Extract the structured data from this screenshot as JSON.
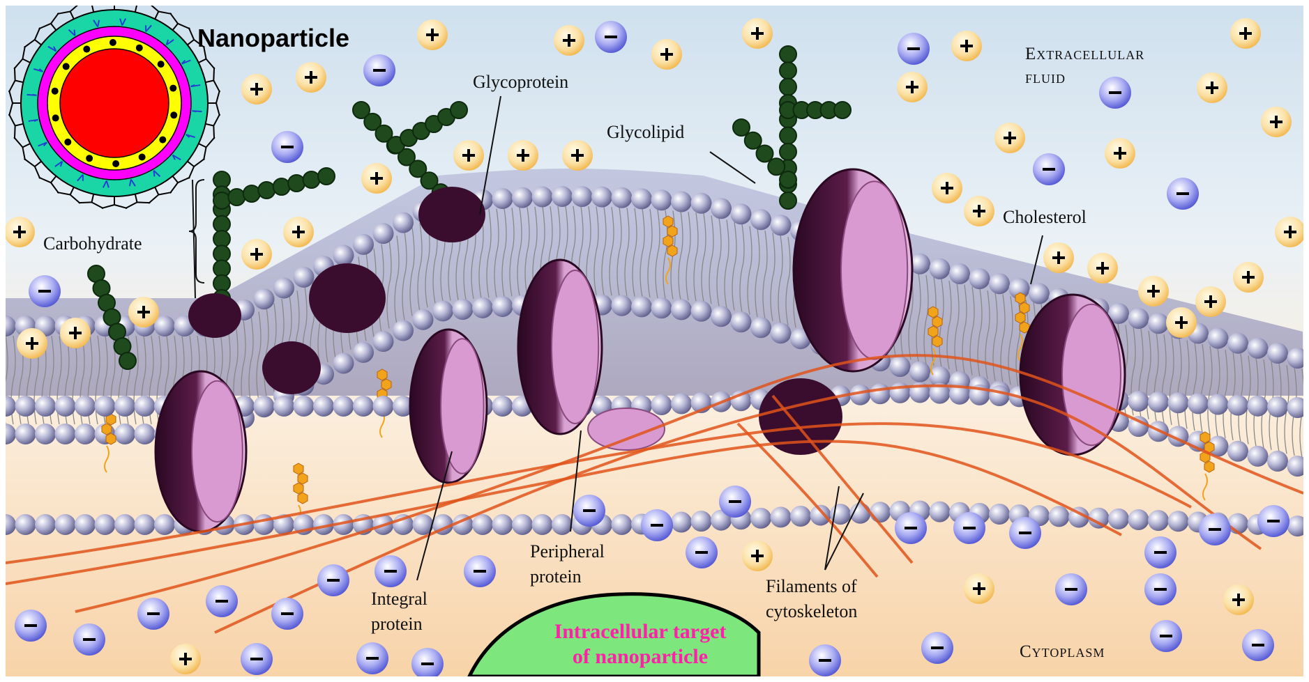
{
  "labels": {
    "nanoparticle": "Nanoparticle",
    "glycoprotein": "Glycoprotein",
    "glycolipid": "Glycolipid",
    "carbohydrate": "Carbohydrate",
    "cholesterol": "Cholesterol",
    "extracellular_line1": "Extracellular",
    "extracellular_line2": "fluid",
    "integral_line1": "Integral",
    "integral_line2": "protein",
    "peripheral_line1": "Peripheral",
    "peripheral_line2": "protein",
    "filaments_line1": "Filaments of",
    "filaments_line2": "cytoskeleton",
    "cytoplasm": "Cytoplasm",
    "target_line1": "Intracellular target",
    "target_line2": "of nanoparticle"
  },
  "colors": {
    "np_core": "#ff0000",
    "np_layer_yellow": "#ffff00",
    "np_layer_magenta": "#ff00ff",
    "np_layer_teal": "#1ad6a6",
    "target_green": "#7de67d",
    "target_text": "#ff1fa8",
    "membrane_head": "#b8b8d6",
    "protein_pink": "#d89ad0",
    "protein_dark": "#3a0d2e",
    "carb_green": "#1e4a1e",
    "cytoskeleton": "#e0531a",
    "cholesterol": "#f2a31c",
    "positive_charge": "#f6c15a",
    "negative_charge": "#6a6ee0"
  },
  "charges": {
    "positive_symbol": "+",
    "negative_symbol": "−"
  }
}
